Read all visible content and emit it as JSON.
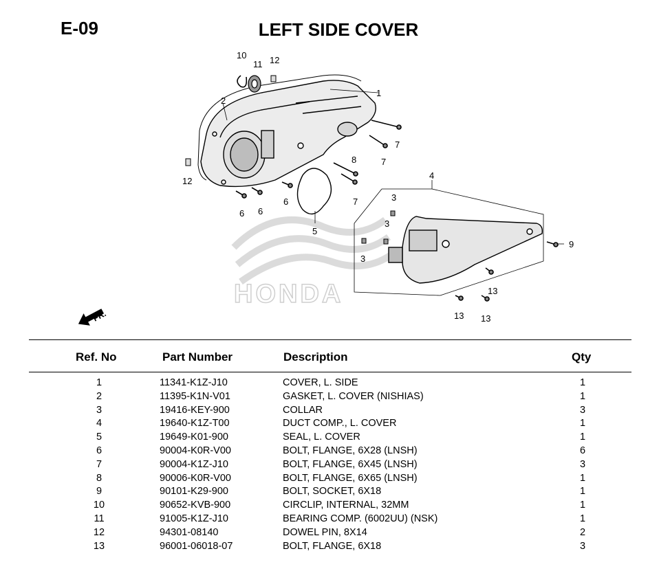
{
  "page": {
    "code": "E-09",
    "title": "LEFT SIDE COVER"
  },
  "diagram": {
    "callouts": [
      "1",
      "2",
      "3",
      "3",
      "3",
      "4",
      "5",
      "6",
      "6",
      "6",
      "7",
      "7",
      "7",
      "8",
      "9",
      "10",
      "11",
      "12",
      "12",
      "13",
      "13",
      "13"
    ],
    "watermark": "HONDA",
    "direction_label": "FR."
  },
  "table": {
    "headers": {
      "ref": "Ref. No",
      "part_number": "Part Number",
      "description": "Description",
      "qty": "Qty"
    },
    "rows": [
      {
        "ref": "1",
        "part_number": "11341-K1Z-J10",
        "description": "COVER, L. SIDE",
        "qty": "1"
      },
      {
        "ref": "2",
        "part_number": "11395-K1N-V01",
        "description": "GASKET, L. COVER (NISHIAS)",
        "qty": "1"
      },
      {
        "ref": "3",
        "part_number": "19416-KEY-900",
        "description": "COLLAR",
        "qty": "3"
      },
      {
        "ref": "4",
        "part_number": "19640-K1Z-T00",
        "description": "DUCT COMP., L. COVER",
        "qty": "1"
      },
      {
        "ref": "5",
        "part_number": "19649-K01-900",
        "description": "SEAL, L. COVER",
        "qty": "1"
      },
      {
        "ref": "6",
        "part_number": "90004-K0R-V00",
        "description": "BOLT, FLANGE, 6X28 (LNSH)",
        "qty": "6"
      },
      {
        "ref": "7",
        "part_number": "90004-K1Z-J10",
        "description": "BOLT, FLANGE, 6X45 (LNSH)",
        "qty": "3"
      },
      {
        "ref": "8",
        "part_number": "90006-K0R-V00",
        "description": "BOLT, FLANGE, 6X65 (LNSH)",
        "qty": "1"
      },
      {
        "ref": "9",
        "part_number": "90101-K29-900",
        "description": "BOLT, SOCKET, 6X18",
        "qty": "1"
      },
      {
        "ref": "10",
        "part_number": "90652-KVB-900",
        "description": "CIRCLIP, INTERNAL, 32MM",
        "qty": "1"
      },
      {
        "ref": "11",
        "part_number": "91005-K1Z-J10",
        "description": "BEARING COMP. (6002UU) (NSK)",
        "qty": "1"
      },
      {
        "ref": "12",
        "part_number": "94301-08140",
        "description": "DOWEL PIN, 8X14",
        "qty": "2"
      },
      {
        "ref": "13",
        "part_number": "96001-06018-07",
        "description": "BOLT, FLANGE, 6X18",
        "qty": "3"
      }
    ]
  }
}
